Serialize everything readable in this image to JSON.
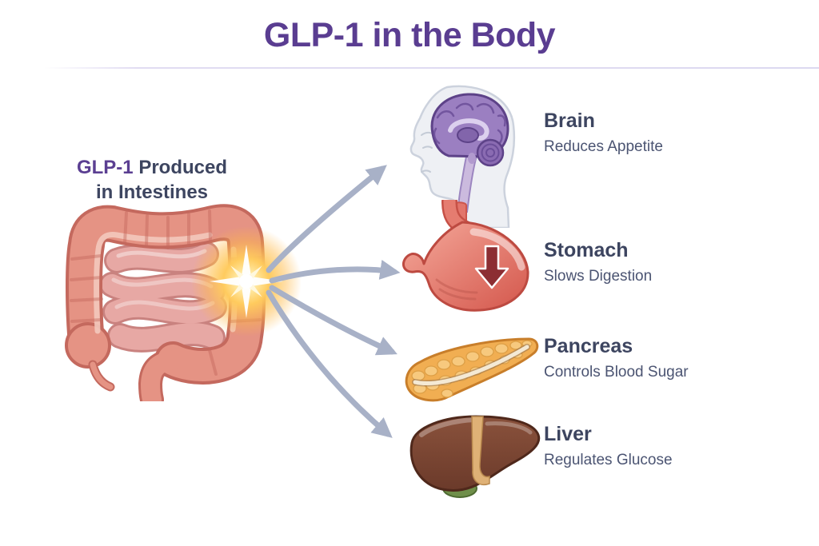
{
  "title": "GLP-1 in the Body",
  "source": {
    "brand": "GLP-1",
    "rest": " Produced",
    "line2": "in Intestines"
  },
  "organs": [
    {
      "id": "brain",
      "name": "Brain",
      "effect": "Reduces Appetite",
      "icon": "brain-head-icon"
    },
    {
      "id": "stomach",
      "name": "Stomach",
      "effect": "Slows Digestion",
      "icon": "stomach-icon"
    },
    {
      "id": "pancreas",
      "name": "Pancreas",
      "effect": "Controls Blood Sugar",
      "icon": "pancreas-icon"
    },
    {
      "id": "liver",
      "name": "Liver",
      "effect": "Regulates Glucose",
      "icon": "liver-icon"
    }
  ],
  "colors": {
    "title_purple": "#5a3d91",
    "heading_slate": "#3d4560",
    "subtext_slate": "#4b5472",
    "arrow_gray_blue": "#a8b1c7",
    "intestine_salmon": "#e59384",
    "brain_purple": "#9b7fc1",
    "stomach_red": "#d95f54",
    "pancreas_yellow": "#f1ae52",
    "liver_brown": "#7c4737",
    "glow_orange": "#ffcb5e",
    "background": "#ffffff"
  }
}
